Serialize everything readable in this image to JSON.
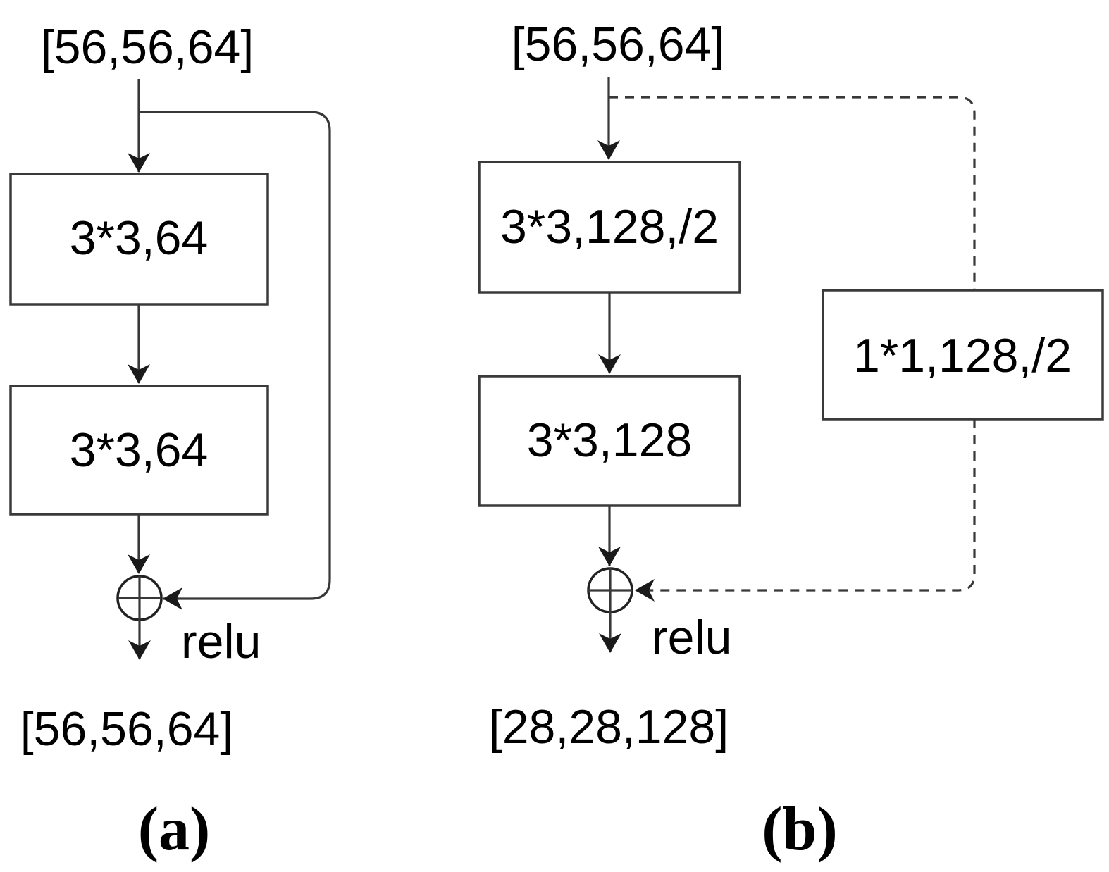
{
  "figure": {
    "caption_a": "(a)",
    "caption_b": "(b)"
  },
  "a": {
    "input_shape": "[56,56,64]",
    "conv1_label": "3*3,64",
    "conv2_label": "3*3,64",
    "add_symbol": "plus-in-circle",
    "activation_label": "relu",
    "output_shape": "[56,56,64]",
    "skip_connection_style": "solid"
  },
  "b": {
    "input_shape": "[56,56,64]",
    "conv1_label": "3*3,128,/2",
    "conv2_label": "3*3,128",
    "shortcut_label": "1*1,128,/2",
    "add_symbol": "plus-in-circle",
    "activation_label": "relu",
    "output_shape": "[28,28,128]",
    "skip_connection_style": "dashed"
  },
  "colors": {
    "background": "#ffffff",
    "line": "#383838",
    "box_border": "#3a3a3a",
    "box_fill": "#ffffff",
    "text": "#000000",
    "arrowhead": "#1a1a1a"
  }
}
